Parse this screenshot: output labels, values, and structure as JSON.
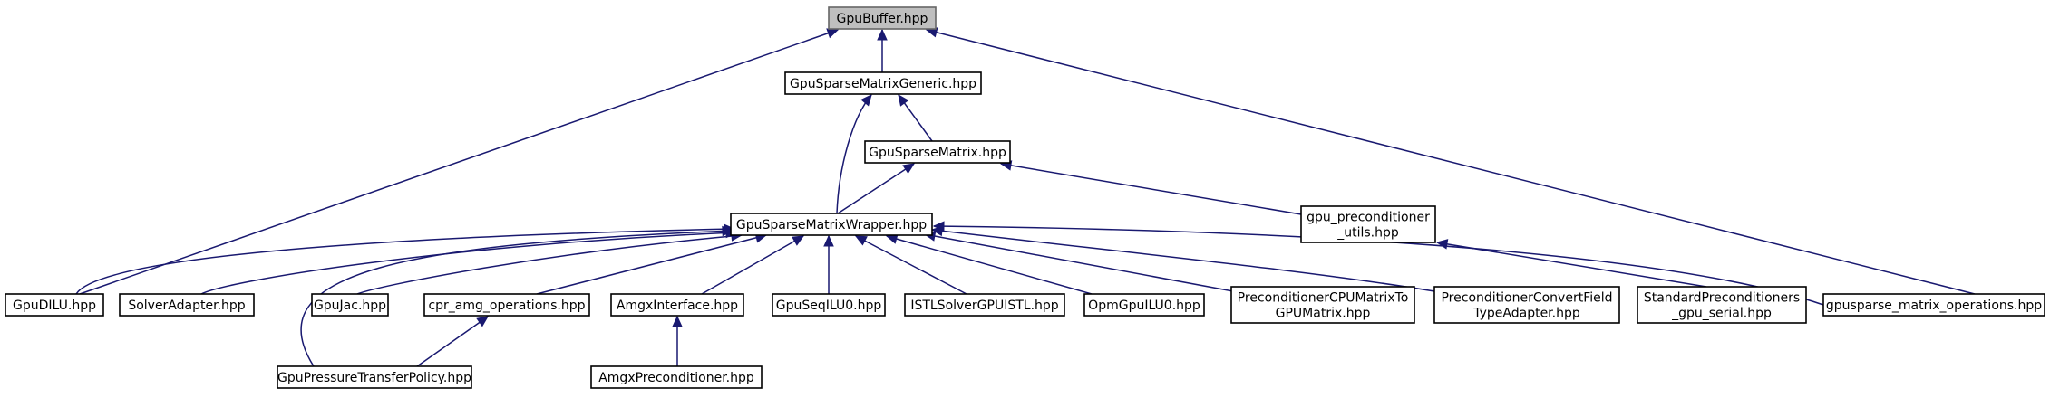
{
  "diagram": {
    "title": "",
    "colors": {
      "edge": "#191970",
      "root_fill": "#bfbfbf",
      "node_fill": "#ffffff",
      "node_border": "#000000"
    },
    "nodes": [
      {
        "id": "gpubuffer",
        "lines": [
          "GpuBuffer.hpp"
        ],
        "root": true
      },
      {
        "id": "generic",
        "lines": [
          "GpuSparseMatrixGeneric.hpp"
        ]
      },
      {
        "id": "sparsematrix",
        "lines": [
          "GpuSparseMatrix.hpp"
        ]
      },
      {
        "id": "wrapper",
        "lines": [
          "GpuSparseMatrixWrapper.hpp"
        ]
      },
      {
        "id": "precutils",
        "lines": [
          "gpu_preconditioner",
          "_utils.hpp"
        ]
      },
      {
        "id": "gpudilu",
        "lines": [
          "GpuDILU.hpp"
        ]
      },
      {
        "id": "solveradapter",
        "lines": [
          "SolverAdapter.hpp"
        ]
      },
      {
        "id": "gpujac",
        "lines": [
          "GpuJac.hpp"
        ]
      },
      {
        "id": "cpramg",
        "lines": [
          "cpr_amg_operations.hpp"
        ]
      },
      {
        "id": "amgxinterface",
        "lines": [
          "AmgxInterface.hpp"
        ]
      },
      {
        "id": "gpuseqilu0",
        "lines": [
          "GpuSeqILU0.hpp"
        ]
      },
      {
        "id": "istlsolver",
        "lines": [
          "ISTLSolverGPUISTL.hpp"
        ]
      },
      {
        "id": "opmgpuilu0",
        "lines": [
          "OpmGpuILU0.hpp"
        ]
      },
      {
        "id": "precondcpu",
        "lines": [
          "PreconditionerCPUMatrixTo",
          "GPUMatrix.hpp"
        ]
      },
      {
        "id": "precondconvert",
        "lines": [
          "PreconditionerConvertField",
          "TypeAdapter.hpp"
        ]
      },
      {
        "id": "stdprecond",
        "lines": [
          "StandardPreconditioners",
          "_gpu_serial.hpp"
        ]
      },
      {
        "id": "gpusparseops",
        "lines": [
          "gpusparse_matrix_operations.hpp"
        ]
      },
      {
        "id": "pressuretransfer",
        "lines": [
          "GpuPressureTransferPolicy.hpp"
        ]
      },
      {
        "id": "amgxprecond",
        "lines": [
          "AmgxPreconditioner.hpp"
        ]
      }
    ],
    "edges": [
      {
        "from": "gpubuffer",
        "to": "generic"
      },
      {
        "from": "gpubuffer",
        "to": "gpudilu"
      },
      {
        "from": "gpubuffer",
        "to": "gpusparseops"
      },
      {
        "from": "generic",
        "to": "sparsematrix"
      },
      {
        "from": "generic",
        "to": "wrapper"
      },
      {
        "from": "sparsematrix",
        "to": "wrapper"
      },
      {
        "from": "sparsematrix",
        "to": "precutils"
      },
      {
        "from": "precutils",
        "to": "stdprecond"
      },
      {
        "from": "wrapper",
        "to": "gpudilu"
      },
      {
        "from": "wrapper",
        "to": "solveradapter"
      },
      {
        "from": "wrapper",
        "to": "gpujac"
      },
      {
        "from": "wrapper",
        "to": "cpramg"
      },
      {
        "from": "wrapper",
        "to": "amgxinterface"
      },
      {
        "from": "wrapper",
        "to": "gpuseqilu0"
      },
      {
        "from": "wrapper",
        "to": "istlsolver"
      },
      {
        "from": "wrapper",
        "to": "opmgpuilu0"
      },
      {
        "from": "wrapper",
        "to": "precondcpu"
      },
      {
        "from": "wrapper",
        "to": "precondconvert"
      },
      {
        "from": "wrapper",
        "to": "gpusparseops"
      },
      {
        "from": "wrapper",
        "to": "pressuretransfer"
      },
      {
        "from": "cpramg",
        "to": "pressuretransfer"
      },
      {
        "from": "amgxinterface",
        "to": "amgxprecond"
      }
    ]
  }
}
